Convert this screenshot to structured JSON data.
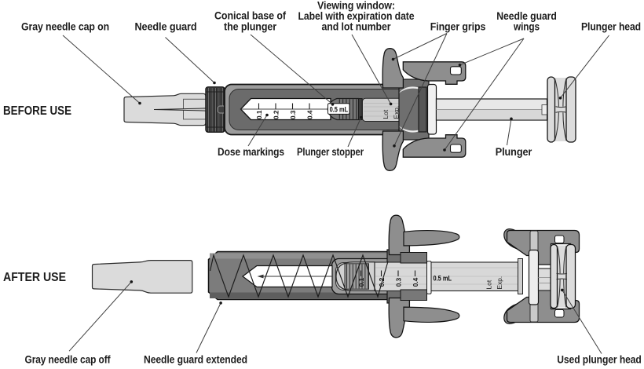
{
  "diagram": {
    "before": {
      "title": "BEFORE USE"
    },
    "after": {
      "title": "AFTER USE"
    },
    "labels": {
      "gray_needle_cap_on": "Gray needle cap on",
      "needle_guard": "Needle guard",
      "conical_base": [
        "Conical base of",
        "the plunger"
      ],
      "viewing_window": [
        "Viewing window:",
        "Label with expiration date",
        "and lot number"
      ],
      "finger_grips": "Finger grips",
      "needle_guard_wings": [
        "Needle guard",
        "wings"
      ],
      "plunger_head": "Plunger head",
      "dose_markings": "Dose markings",
      "plunger_stopper": "Plunger stopper",
      "plunger": "Plunger",
      "gray_needle_cap_off": "Gray needle cap off",
      "needle_guard_extended": "Needle guard extended",
      "used_plunger_head": "Used plunger head"
    },
    "markings": {
      "dose_ticks": [
        "0.1",
        "0.2",
        "0.3",
        "0.4"
      ],
      "dose_volume": "0.5 mL",
      "lot": "Lot",
      "exp": "Exp."
    },
    "colors": {
      "background": "#ffffff",
      "text": "#1c1c1c",
      "body_dark": "#6b6b6b",
      "body_mid": "#8e8e8e",
      "body_light": "#cfcfcf",
      "cap_gray": "#dbdbdb",
      "outline": "#141414"
    }
  }
}
